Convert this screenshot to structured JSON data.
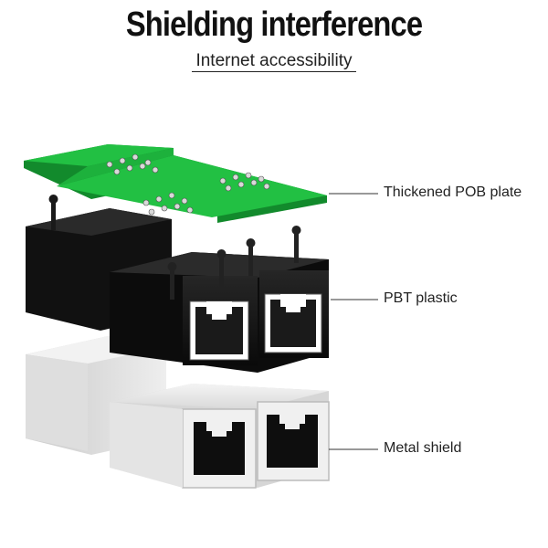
{
  "header": {
    "title": "Shielding interference",
    "subtitle": "Internet accessibility"
  },
  "callouts": [
    {
      "label": "Thickened POB plate"
    },
    {
      "label": "PBT plastic"
    },
    {
      "label": "Metal shield"
    }
  ],
  "colors": {
    "pcb_green": "#22c043",
    "pcb_green_dark": "#128a2c",
    "housing_black": "#141414",
    "shield_silver": "#e6e6e6",
    "text": "#111111"
  }
}
